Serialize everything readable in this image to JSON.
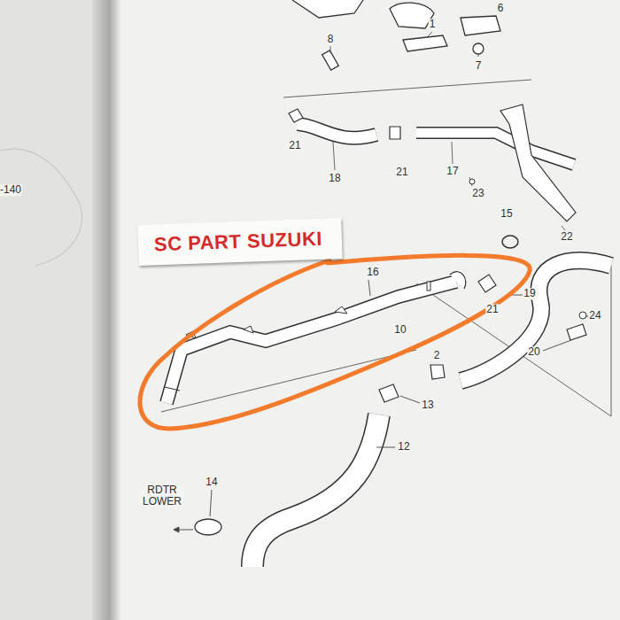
{
  "diagram": {
    "nodes": [
      {
        "text": [
          "SC PART SUZUKI"
        ]
      }
    ],
    "labels": [
      "8",
      "1",
      "6",
      "7",
      "21",
      "18",
      "21",
      "17",
      "23",
      "15",
      "22",
      "16",
      "19",
      "21",
      "24",
      "10",
      "2",
      "20",
      "13",
      "12",
      "14",
      "RDTR LOWER",
      "-140"
    ]
  }
}
